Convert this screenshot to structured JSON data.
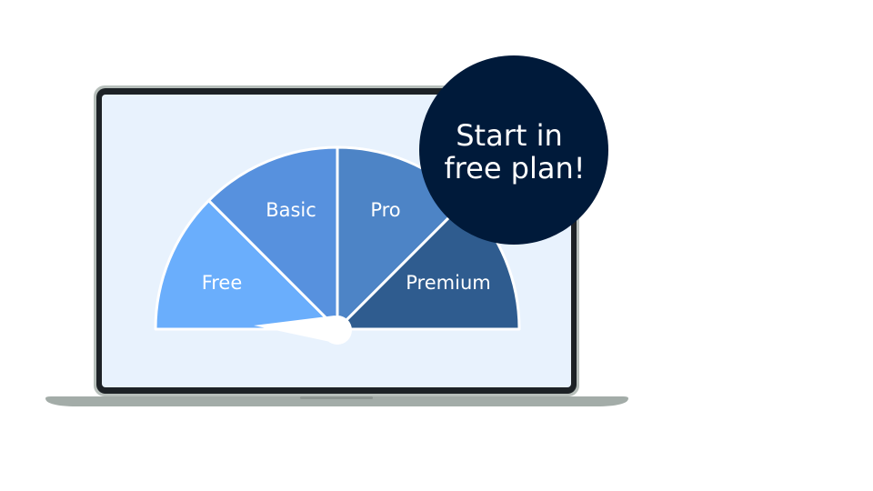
{
  "gauge": {
    "segments": [
      {
        "label": "Free",
        "color": "#6aaefc"
      },
      {
        "label": "Basic",
        "color": "#5791de"
      },
      {
        "label": "Pro",
        "color": "#4d84c6"
      },
      {
        "label": "Premium",
        "color": "#2f5c8f"
      }
    ],
    "selected": "Free"
  },
  "badge": {
    "line1": "Start in",
    "line2": "free plan!",
    "color": "#001a3a"
  },
  "colors": {
    "screen": "#e8f2fd",
    "bezel": "#1d2226",
    "laptop_base": "#a3aca8",
    "divider": "#ffffff"
  }
}
